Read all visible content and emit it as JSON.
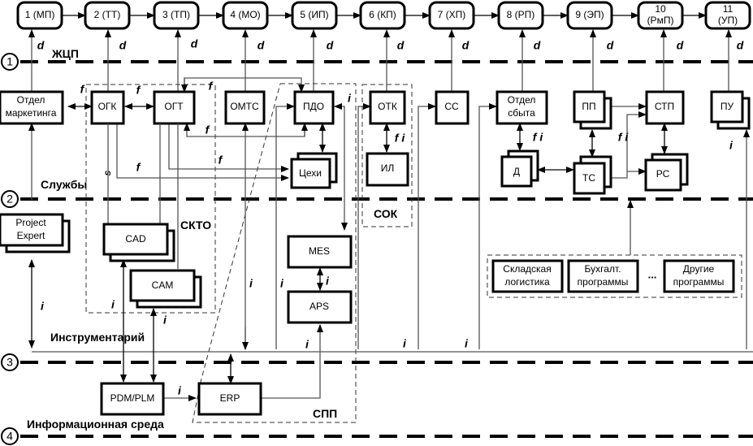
{
  "stages": [
    {
      "id": "1",
      "label": "1 (МП)"
    },
    {
      "id": "2",
      "label": "2 (ТТ)"
    },
    {
      "id": "3",
      "label": "3 (ТП)"
    },
    {
      "id": "4",
      "label": "4 (МО)"
    },
    {
      "id": "5",
      "label": "5 (ИП)"
    },
    {
      "id": "6",
      "label": "6  (КП)"
    },
    {
      "id": "7",
      "label": "7  (ХП)"
    },
    {
      "id": "8",
      "label": "8 (РП)"
    },
    {
      "id": "9",
      "label": "9  (ЭП)"
    },
    {
      "id": "10",
      "label": "10",
      "label2": "(РмП)"
    },
    {
      "id": "11",
      "label": "11",
      "label2": "(УП)"
    }
  ],
  "levels": [
    {
      "num": "1",
      "name": "ЖЦП"
    },
    {
      "num": "2",
      "name": "Службы"
    },
    {
      "num": "3",
      "name": "Инструментарий"
    },
    {
      "num": "4",
      "name": "Информационная среда"
    }
  ],
  "link_labels": {
    "d": "d",
    "f": "f",
    "i": "i",
    "s": "s",
    "fi": "f i"
  },
  "services": {
    "marketing": {
      "l1": "Отдел",
      "l2": "маркетинга"
    },
    "ogk": "ОГК",
    "ogt": "ОГТ",
    "omts": "ОМТС",
    "pdo": "ПДО",
    "cehi": "Цехи",
    "otk": "ОТК",
    "il": "ИЛ",
    "ss": "СС",
    "sbyt": {
      "l1": "Отдел",
      "l2": "сбыта"
    },
    "d": "Д",
    "pp": "ПП",
    "ts": "ТС",
    "stp": "СТП",
    "rs": "РС",
    "pu": "ПУ"
  },
  "groups": {
    "skto": "СКТО",
    "sok": "СОК",
    "spp": "СПП"
  },
  "tools": {
    "project_expert": {
      "l1": "Project",
      "l2": "Expert"
    },
    "cad": "CAD",
    "cam": "CAM",
    "mes": "MES",
    "aps": "APS",
    "pdm": "PDM/PLM",
    "erp": "ERP",
    "sklad": {
      "l1": "Складская",
      "l2": "логистика"
    },
    "buh": {
      "l1": "Бухгалт.",
      "l2": "программы"
    },
    "ellipsis": "...",
    "other": {
      "l1": "Другие",
      "l2": "программы"
    }
  }
}
